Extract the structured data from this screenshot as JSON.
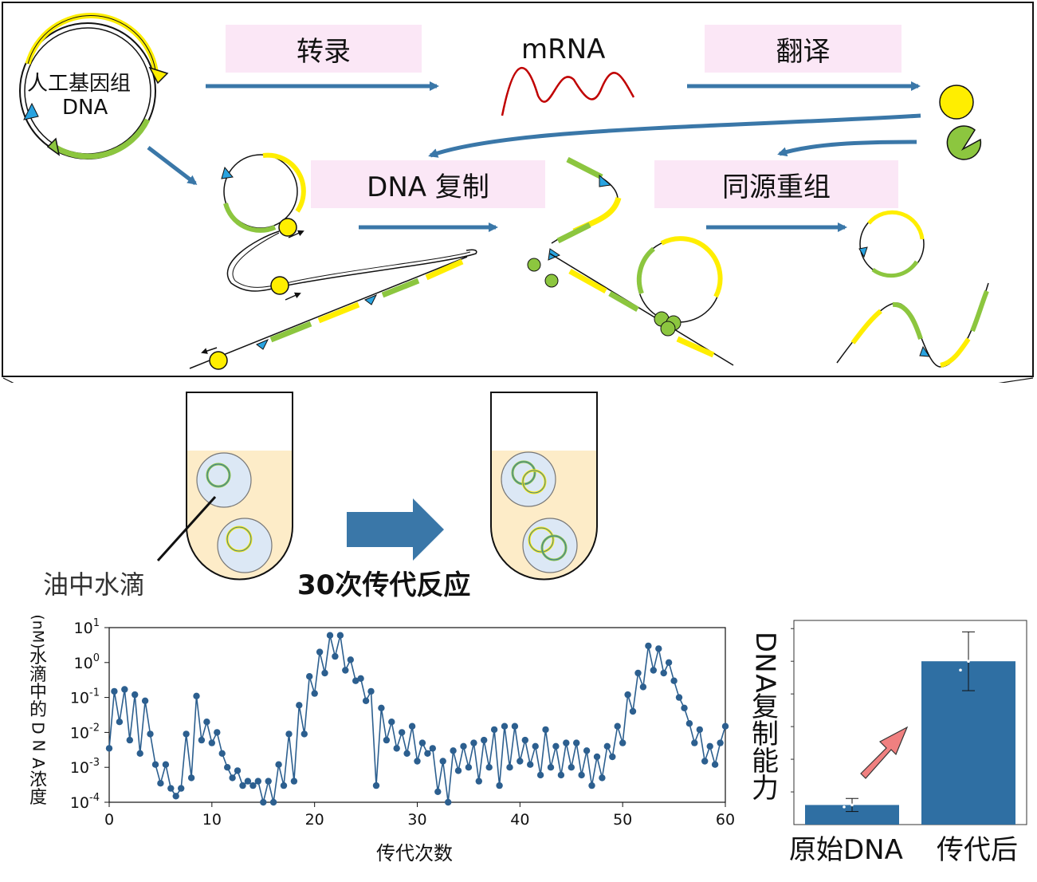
{
  "top_panel": {
    "genome_label_line1": "人工基因组",
    "genome_label_line2": "DNA",
    "step_transcription": "转录",
    "mrna_label": "mRNA",
    "step_translation": "翻译",
    "step_replication": "DNA 复制",
    "step_recombination": "同源重组"
  },
  "middle": {
    "droplet_label": "油中水滴",
    "reaction_label": "30次传代反应"
  },
  "colors": {
    "arrow_blue": "#3a77a8",
    "gene_yellow": "#ffee00",
    "gene_green": "#8cc63f",
    "mrna_red": "#c00000",
    "series_blue": "#2c5f8f",
    "bar_blue": "#2f6fa3",
    "tube_fill": "#fdecc8",
    "droplet_fill": "#dce8f5",
    "pink_box": "#fbe7f6",
    "up_arrow": "#f08080"
  },
  "chart_data": [
    {
      "type": "line",
      "xlabel": "传代次数",
      "ylabel": "水滴中的DNA浓度 (nM)",
      "ylabel_chars": [
        "水",
        "滴",
        "中",
        "的",
        "D",
        "N",
        "A",
        "浓",
        "度"
      ],
      "ylabel_unit": "(nM)",
      "yscale": "log",
      "xlim": [
        0,
        60
      ],
      "ylim": [
        0.0001,
        10
      ],
      "xticks": [
        "0",
        "10",
        "20",
        "30",
        "40",
        "50",
        "60"
      ],
      "yticks": [
        {
          "base": "10",
          "exp": "1"
        },
        {
          "base": "10",
          "exp": "0"
        },
        {
          "base": "10",
          "exp": "-1"
        },
        {
          "base": "10",
          "exp": "-2"
        },
        {
          "base": "10",
          "exp": "-3"
        },
        {
          "base": "10",
          "exp": "-4"
        }
      ],
      "series": [
        {
          "x": [
            0,
            0.5,
            1,
            1.5,
            2,
            2.5,
            3,
            3.5,
            4,
            4.5,
            5,
            5.5,
            6,
            6.5,
            7,
            7.5,
            8,
            8.5,
            9,
            9.5,
            10,
            10.5,
            11,
            11.5,
            12,
            12.5,
            13,
            13.5,
            14,
            14.5,
            15,
            15.5,
            16,
            16.5,
            17,
            17.5,
            18,
            18.5,
            19,
            19.5,
            20,
            20.5,
            21,
            21.5,
            22,
            22.5,
            23,
            23.5,
            24,
            24.5,
            25,
            25.5,
            26,
            26.5,
            27,
            27.5,
            28,
            28.5,
            29,
            29.5,
            30,
            30.5,
            31,
            31.5,
            32,
            32.5,
            33,
            33.5,
            34,
            34.5,
            35,
            35.5,
            36,
            36.5,
            37,
            37.5,
            38,
            38.5,
            39,
            39.5,
            40,
            40.5,
            41,
            41.5,
            42,
            42.5,
            43,
            43.5,
            44,
            44.5,
            45,
            45.5,
            46,
            46.5,
            47,
            47.5,
            48,
            48.5,
            49,
            49.5,
            50,
            50.5,
            51,
            51.5,
            52,
            52.5,
            53,
            53.5,
            54,
            54.5,
            55,
            55.5,
            56,
            56.5,
            57,
            57.5,
            58,
            58.5,
            59,
            59.5,
            60
          ],
          "y": [
            0.0035,
            0.15,
            0.02,
            0.17,
            0.006,
            0.12,
            0.0025,
            0.08,
            0.009,
            0.0012,
            0.00035,
            0.0012,
            0.00025,
            0.00015,
            0.00025,
            0.009,
            0.0005,
            0.11,
            0.006,
            0.02,
            0.005,
            0.01,
            0.0025,
            0.001,
            0.0005,
            0.0008,
            0.0003,
            0.0004,
            0.0003,
            0.0004,
            0.0001,
            0.0004,
            0.0001,
            0.0012,
            0.0003,
            0.009,
            0.0004,
            0.06,
            0.009,
            0.4,
            0.13,
            2,
            0.5,
            6,
            1.5,
            6,
            0.6,
            1.2,
            0.3,
            0.35,
            0.08,
            0.15,
            0.0003,
            0.05,
            0.006,
            0.02,
            0.0035,
            0.01,
            0.0025,
            0.015,
            0.0015,
            0.005,
            0.0025,
            0.0035,
            0.0002,
            0.0015,
            0.0001,
            0.003,
            0.0008,
            0.004,
            0.001,
            0.005,
            0.0004,
            0.006,
            0.001,
            0.012,
            0.0003,
            0.015,
            0.001,
            0.015,
            0.0015,
            0.006,
            0.0012,
            0.004,
            0.0006,
            0.012,
            0.001,
            0.004,
            0.0006,
            0.005,
            0.001,
            0.005,
            0.0006,
            0.003,
            0.0003,
            0.002,
            0.0005,
            0.004,
            0.002,
            0.015,
            0.005,
            0.12,
            0.04,
            0.5,
            0.2,
            3,
            0.6,
            2.5,
            0.5,
            1,
            0.3,
            0.1,
            0.05,
            0.018,
            0.005,
            0.012,
            0.0015,
            0.004,
            0.0012,
            0.005,
            0.015
          ]
        }
      ]
    },
    {
      "type": "bar",
      "ylabel": "DNA复制能力",
      "ylabel_chars": [
        "D",
        "N",
        "A",
        "复",
        "制",
        "能",
        "力"
      ],
      "categories": [
        "原始DNA",
        "传代后"
      ],
      "values": [
        0.12,
        1.0
      ],
      "errors": [
        0.04,
        0.18
      ],
      "ylim": [
        0,
        1.25
      ]
    }
  ]
}
